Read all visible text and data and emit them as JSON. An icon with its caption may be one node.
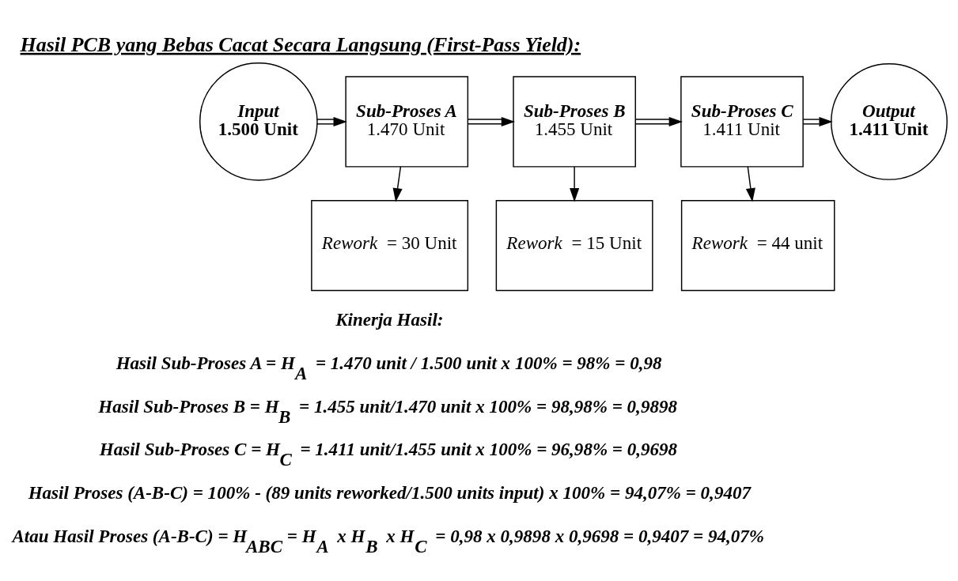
{
  "diagram": {
    "title": "Hasil PCB yang Bebas Cacat Secara Langsung (First-Pass Yield):",
    "nodes": [
      {
        "text": [
          "Input",
          "1.500 Unit"
        ]
      },
      {
        "text": [
          "Sub-Proses A",
          "1.470 Unit"
        ]
      },
      {
        "text": [
          "Sub-Proses B",
          "1.455 Unit"
        ]
      },
      {
        "text": [
          "Sub-Proses C",
          "1.411 Unit"
        ]
      },
      {
        "text": [
          "Output",
          "1.411 Unit"
        ]
      },
      {
        "text": [
          "*Rework* = 30 Unit"
        ]
      },
      {
        "text": [
          "*Rework* = 15 Unit"
        ]
      },
      {
        "text": [
          "*Rework* = 44 unit"
        ]
      }
    ],
    "edges": [
      {
        "from": 0,
        "to": 1,
        "arrow": "to"
      },
      {
        "from": 1,
        "to": 2,
        "arrow": "to"
      },
      {
        "from": 2,
        "to": 3,
        "arrow": "to"
      },
      {
        "from": 3,
        "to": 4,
        "arrow": "to"
      },
      {
        "from": 1,
        "to": 5,
        "arrow": "to"
      },
      {
        "from": 2,
        "to": 6,
        "arrow": "to"
      },
      {
        "from": 3,
        "to": 7,
        "arrow": "to"
      }
    ],
    "labels": [
      "Kinerja Hasil:",
      "Hasil Sub-Proses A = H$_{A}$ = 1.470 unit / 1.500 unit x 100% = 98% = 0,98",
      "Hasil Sub-Proses B = H$_{B}$ = 1.455 unit/1.470 unit x 100% = 98,98% = 0,9898",
      "Hasil Sub-Proses C = H$_{C}$ = 1.411 unit/1.455 unit x 100% = 96,98% = 0,9698",
      "Hasil Proses (A-B-C) = 100% - (89 units reworked/1.500 units input) x 100% = 94,07% = 0,9407",
      "Atau Hasil Proses (A-B-C) = H$_{ABC}$ = H$_{A}$ x H$_{B}$ x H$_{C}$ = 0,98 x 0,9898 x 0,9698 = 0,9407 = 94,07%"
    ]
  }
}
